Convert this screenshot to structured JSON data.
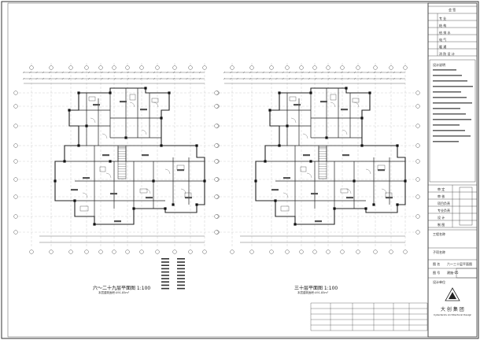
{
  "drawing": {
    "left_plan": {
      "title": "六～二十九层平面图 1:100",
      "subtitle": "本层建筑面积:491.85m²"
    },
    "right_plan": {
      "title": "三十层平面图 1:100",
      "subtitle": "本层建筑面积:491.85m²"
    }
  },
  "title_block": {
    "header": "会 签",
    "signoff_rows": [
      "专 业",
      "结 构",
      "给 排 水",
      "电 气",
      "暖 通",
      "消 防 设 计"
    ],
    "notes_title": "设计说明",
    "project_rows": [
      {
        "label": "审 定",
        "value": ""
      },
      {
        "label": "审 核",
        "value": ""
      },
      {
        "label": "项目负责",
        "value": ""
      },
      {
        "label": "专业负责",
        "value": ""
      },
      {
        "label": "设 计",
        "value": ""
      },
      {
        "label": "制 图",
        "value": ""
      }
    ],
    "project_name_label": "工程名称",
    "item_label": "子项名称",
    "drawing_name_label": "图 名",
    "drawing_name": "六～三十层平面图",
    "sheet_no_label": "图 号",
    "sheet_no": "建施-05",
    "company_label": "设计单位",
    "company_logo_text": "大 创 集 团",
    "company_name": "Cyberlands Architectural Design"
  }
}
